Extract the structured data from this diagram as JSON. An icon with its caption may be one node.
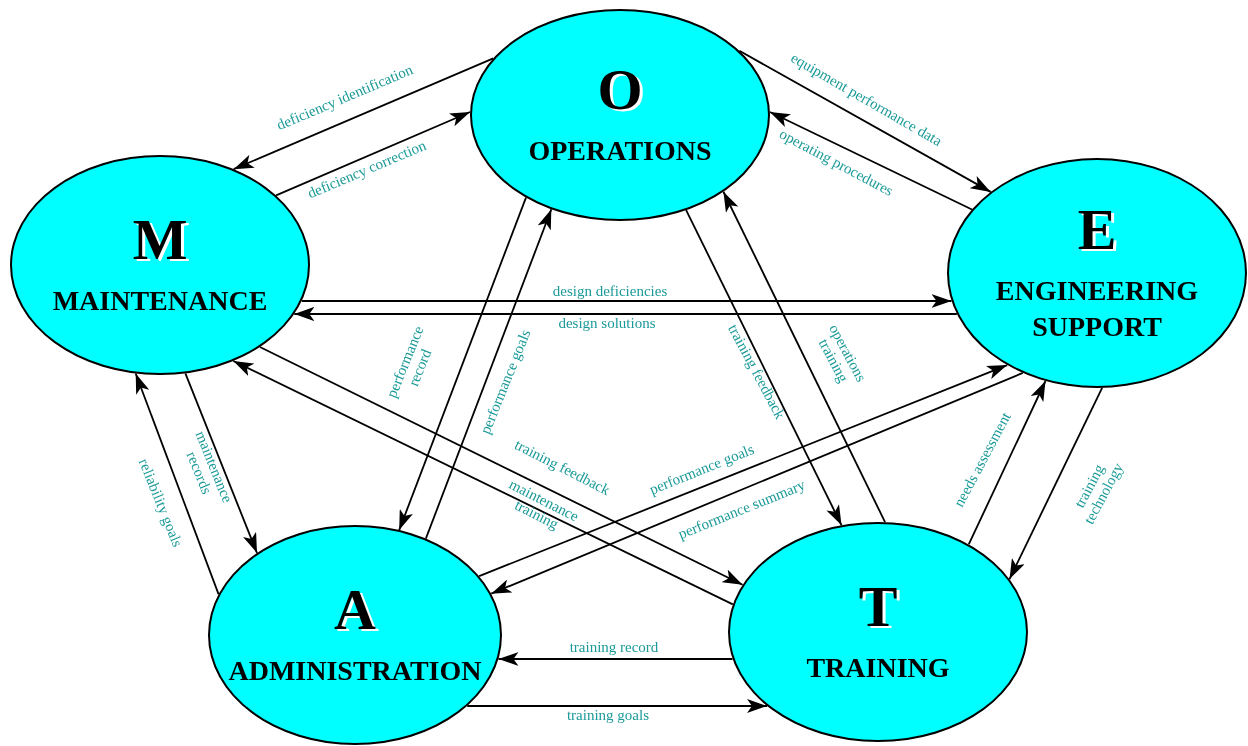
{
  "diagram": {
    "nodes": [
      {
        "text": [
          "O",
          "OPERATIONS"
        ]
      },
      {
        "text": [
          "M",
          "MAINTENANCE"
        ]
      },
      {
        "text": [
          "E",
          "ENGINEERING SUPPORT"
        ]
      },
      {
        "text": [
          "A",
          "ADMINISTRATION"
        ]
      },
      {
        "text": [
          "T",
          "TRAINING"
        ]
      }
    ],
    "edges": [
      {
        "from": 0,
        "to": 1,
        "arrow": "to",
        "label": "deficiency identification"
      },
      {
        "from": 1,
        "to": 0,
        "arrow": "to",
        "label": "deficiency correction"
      },
      {
        "from": 0,
        "to": 2,
        "arrow": "to",
        "label": "equipment performance data"
      },
      {
        "from": 2,
        "to": 0,
        "arrow": "to",
        "label": "operating procedures"
      },
      {
        "from": 1,
        "to": 2,
        "arrow": "to",
        "label": "design deficiencies"
      },
      {
        "from": 2,
        "to": 1,
        "arrow": "to",
        "label": "design solutions"
      },
      {
        "from": 0,
        "to": 3,
        "arrow": "to",
        "label": "performance record"
      },
      {
        "from": 3,
        "to": 0,
        "arrow": "to",
        "label": "performance goals"
      },
      {
        "from": 0,
        "to": 4,
        "arrow": "to",
        "label": "training feedback"
      },
      {
        "from": 4,
        "to": 0,
        "arrow": "to",
        "label": "operations training"
      },
      {
        "from": 1,
        "to": 3,
        "arrow": "to",
        "label": "maintenance records"
      },
      {
        "from": 3,
        "to": 1,
        "arrow": "to",
        "label": "reliability goals"
      },
      {
        "from": 1,
        "to": 4,
        "arrow": "to",
        "label": "training feedback"
      },
      {
        "from": 4,
        "to": 1,
        "arrow": "to",
        "label": "maintenance training"
      },
      {
        "from": 3,
        "to": 2,
        "arrow": "to",
        "label": "performance goals"
      },
      {
        "from": 2,
        "to": 3,
        "arrow": "to",
        "label": "performance summary"
      },
      {
        "from": 4,
        "to": 2,
        "arrow": "to",
        "label": "needs assessment"
      },
      {
        "from": 2,
        "to": 4,
        "arrow": "to",
        "label": "training technology"
      },
      {
        "from": 4,
        "to": 3,
        "arrow": "to",
        "label": "training record"
      },
      {
        "from": 3,
        "to": 4,
        "arrow": "to",
        "label": "training goals"
      }
    ]
  }
}
